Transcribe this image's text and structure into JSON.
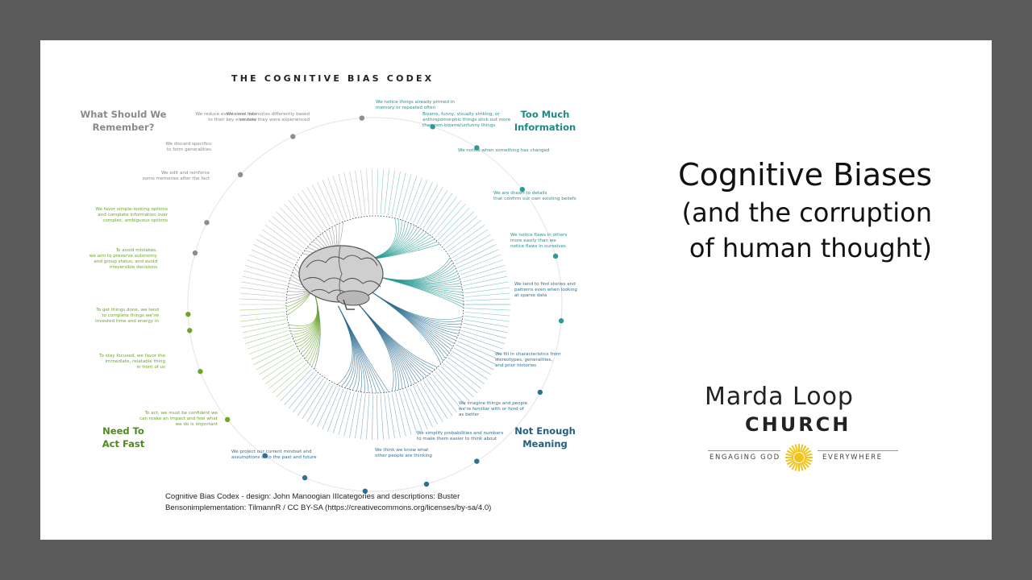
{
  "codex": {
    "title": "THE COGNITIVE BIAS CODEX",
    "quadrants": {
      "remember": {
        "line1": "What Should We",
        "line2": "Remember?"
      },
      "too_much": {
        "line1": "Too Much",
        "line2": "Information"
      },
      "act_fast": {
        "line1": "Need To",
        "line2": "Act Fast"
      },
      "meaning": {
        "line1": "Not Enough",
        "line2": "Meaning"
      }
    },
    "colors": {
      "memory": "#8e8e8e",
      "information": "#2a9b94",
      "meaning": "#2f6f93",
      "action": "#6aa52c"
    },
    "descriptions": {
      "mem1": [
        "We store memories differently based",
        "on how they were experienced"
      ],
      "mem2": [
        "We reduce events and lists",
        "to their key elements"
      ],
      "mem3": [
        "We discard specifics",
        "to form generalities"
      ],
      "mem4": [
        "We edit and reinforce",
        "some memories after the fact"
      ],
      "info1": [
        "We notice things already primed in",
        "memory or repeated often"
      ],
      "info2": [
        "Bizarre, funny, visually striking, or",
        "anthropomorphic things stick out more",
        "than non-bizarre/unfunny things"
      ],
      "info3": [
        "We notice when something has changed"
      ],
      "info4": [
        "We are drawn to details",
        "that confirm our own existing beliefs"
      ],
      "info5": [
        "We notice flaws in others",
        "more easily than we",
        "notice flaws in ourselves"
      ],
      "mean1": [
        "We tend to find stories and",
        "patterns even when looking",
        "at sparse data"
      ],
      "mean2": [
        "We fill in characteristics from",
        "stereotypes, generalities,",
        "and prior histories"
      ],
      "mean3": [
        "We imagine things and people",
        "we're familiar with or fond of",
        "as better"
      ],
      "mean4": [
        "We simplify probabilities and numbers",
        "to make them easier to think about"
      ],
      "mean5": [
        "We think we know what",
        "other people are thinking"
      ],
      "mean6": [
        "We project our current mindset and",
        "assumptions onto the past and future"
      ],
      "act1": [
        "We favor simple-looking options",
        "and complete information over",
        "complex, ambiguous options"
      ],
      "act2": [
        "To avoid mistakes,",
        "we aim to preserve autonomy",
        "and group status, and avoid",
        "irreversible decisions"
      ],
      "act3": [
        "To get things done, we tend",
        "to complete things we've",
        "invested time and energy in"
      ],
      "act4": [
        "To stay focused, we favor the",
        "immediate, relatable thing",
        "in front of us"
      ],
      "act5": [
        "To act, we must be confident we",
        "can make an impact and feel what",
        "we do is important"
      ]
    }
  },
  "title": {
    "line1": "Cognitive Biases",
    "line2": "(and the corruption",
    "line3": "of human thought)"
  },
  "credit": "Cognitive Bias Codex - design: John Manoogian IIIcategories and descriptions: Buster Bensonimplementation: TilmannR / CC BY-SA (https://creativecommons.org/licenses/by-sa/4.0)",
  "logo": {
    "name": "Marda Loop",
    "church": "CHURCH",
    "tagline_left": "ENGAGING GOD",
    "tagline_right": "EVERYWHERE",
    "sun_color": "#f2c41b"
  }
}
